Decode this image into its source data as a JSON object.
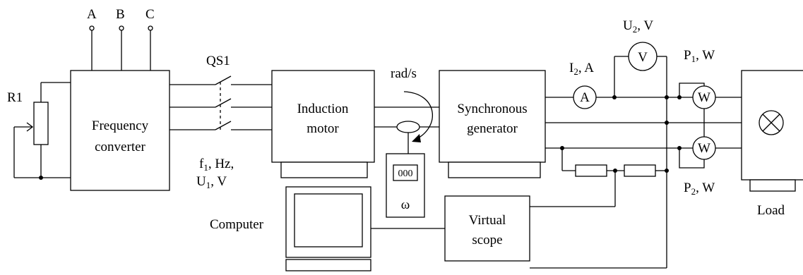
{
  "phases": [
    "A",
    "B",
    "C"
  ],
  "switch_label": "QS1",
  "resistor_label": "R1",
  "converter": {
    "line1": "Frequency",
    "line2": "converter"
  },
  "converter_params": {
    "f_base": "f",
    "f_sub": "1",
    "f_rest": ", Hz,",
    "u_base": "U",
    "u_sub": "1",
    "u_rest": ", V"
  },
  "motor": {
    "line1": "Induction",
    "line2": "motor"
  },
  "speed_label": "rad/s",
  "tachometer": {
    "display": "000",
    "symbol": "ω"
  },
  "generator": {
    "line1": "Synchronous",
    "line2": "generator"
  },
  "ammeter": {
    "symbol": "A",
    "base": "I",
    "sub": "2",
    "rest": ", A"
  },
  "voltmeter": {
    "symbol": "V",
    "base": "U",
    "sub": "2",
    "rest": ", V"
  },
  "wattmeter1": {
    "symbol": "W",
    "base": "P",
    "sub": "1",
    "rest": ", W"
  },
  "wattmeter2": {
    "symbol": "W",
    "base": "P",
    "sub": "2",
    "rest": ", W"
  },
  "load_label": "Load",
  "computer_label": "Computer",
  "scope": {
    "line1": "Virtual",
    "line2": "scope"
  }
}
